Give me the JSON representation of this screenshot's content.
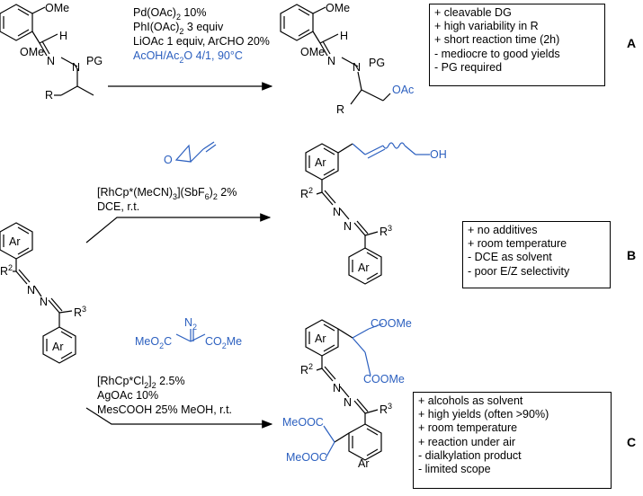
{
  "scheme_A": {
    "sm": {
      "ome_top": "OMe",
      "ome_bottom": "OMe",
      "h": "H",
      "n1": "N",
      "n2": "N",
      "pg": "PG",
      "r": "R"
    },
    "conditions": [
      "Pd(OAc)",
      "2",
      " 10%",
      "PhI(OAc)",
      "2",
      " 3 equiv",
      "LiOAc 1 equiv, ArCHO 20%",
      "AcOH/Ac",
      "2",
      "O 4/1, 90°C"
    ],
    "product": {
      "ome_top": "OMe",
      "ome_bottom": "OMe",
      "h": "H",
      "n1": "N",
      "n2": "N",
      "pg": "PG",
      "r": "R",
      "oac": "OAc"
    },
    "features": [
      "+ cleavable DG",
      "+ high variability in R",
      "+ short reaction time (2h)",
      "- mediocre to good yields",
      "- PG required"
    ],
    "label": "A"
  },
  "scheme_B": {
    "catalyst": [
      "[RhCp*(MeCN)",
      "3",
      "](SbF",
      "6",
      ")",
      "2",
      " 2%"
    ],
    "solvent": "DCE, r.t.",
    "product": {
      "ar_top": "Ar",
      "ar_bottom": "Ar",
      "r2": "R",
      "r2_sup": "2",
      "r3": "R",
      "r3_sup": "3",
      "n1": "N",
      "n2": "N",
      "oh": "OH"
    },
    "features": [
      "+ no additives",
      "+ room temperature",
      "- DCE as solvent",
      "- poor E/Z selectivity"
    ],
    "label": "B"
  },
  "substrate": {
    "ar_top": "Ar",
    "ar_bottom": "Ar",
    "r2": "R",
    "r2_sup": "2",
    "r3": "R",
    "r3_sup": "3",
    "n1": "N",
    "n2": "N"
  },
  "scheme_C": {
    "diazo": {
      "n2": "N",
      "n2_sub": "2",
      "meo2c": "MeO",
      "meo2c_sub": "2",
      "meo2c_c": "C",
      "co2me": "CO",
      "co2me_sub": "2",
      "co2me_me": "Me"
    },
    "conditions": [
      "[RhCp*Cl",
      "2",
      "]",
      "2",
      " 2.5%",
      "AgOAc 10%",
      "MesCOOH 25% MeOH, r.t."
    ],
    "product": {
      "ar_top": "Ar",
      "ar_bottom": "Ar",
      "r2": "R",
      "r2_sup": "2",
      "r3": "R",
      "r3_sup": "3",
      "n1": "N",
      "n2": "N",
      "coome_1": "COOMe",
      "coome_2": "COOMe",
      "meooc_1": "MeOOC",
      "meooc_2": "MeOOC"
    },
    "features": [
      "+ alcohols as solvent",
      "+ high yields (often >90%)",
      "+ room temperature",
      "+ reaction under air",
      "- dialkylation product",
      "- limited scope"
    ],
    "label": "C"
  },
  "colors": {
    "reagent_blue": "#2b5fbf",
    "ink": "#000000"
  }
}
